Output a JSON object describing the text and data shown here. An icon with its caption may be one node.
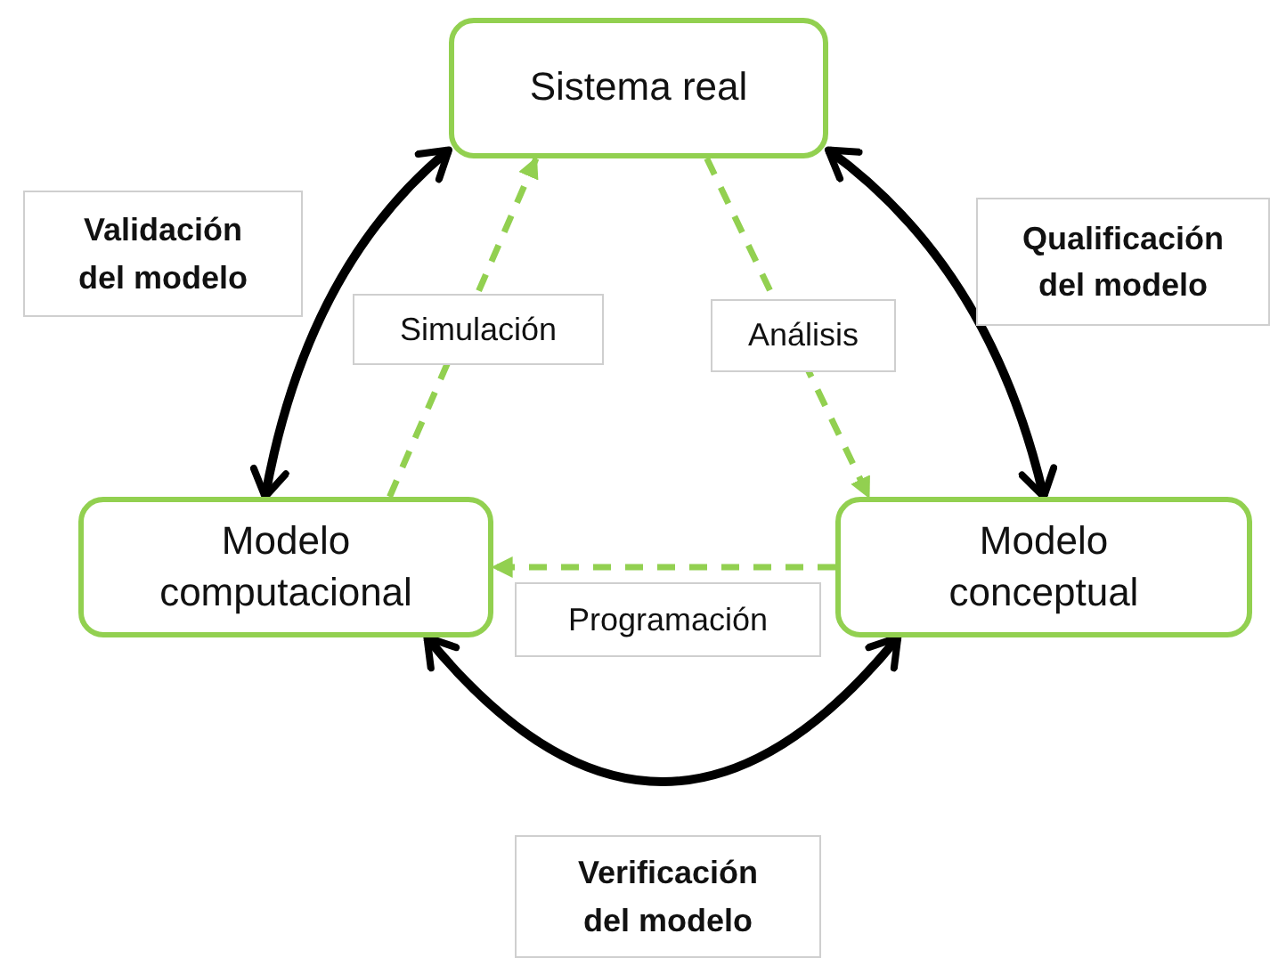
{
  "diagram": {
    "nodes": [
      {
        "text": [
          "Sistema real"
        ]
      },
      {
        "text": [
          "Modelo computacional"
        ]
      },
      {
        "text": [
          "Modelo conceptual"
        ]
      }
    ],
    "edges": [
      {
        "from": 0,
        "to": 2,
        "arrow": "to",
        "label": "Análisis",
        "style": "dashed",
        "color": "#92d050"
      },
      {
        "from": 2,
        "to": 1,
        "arrow": "to",
        "label": "Programación",
        "style": "dashed",
        "color": "#92d050"
      },
      {
        "from": 1,
        "to": 0,
        "arrow": "to",
        "label": "Simulación",
        "style": "dashed",
        "color": "#92d050"
      },
      {
        "from": 0,
        "to": 1,
        "arrow": "both",
        "label": "Validación del modelo",
        "color": "#000000"
      },
      {
        "from": 0,
        "to": 2,
        "arrow": "both",
        "label": "Qualificación del modelo",
        "color": "#000000"
      },
      {
        "from": 1,
        "to": 2,
        "arrow": "both",
        "label": "Verificación del modelo",
        "color": "#000000"
      }
    ]
  }
}
